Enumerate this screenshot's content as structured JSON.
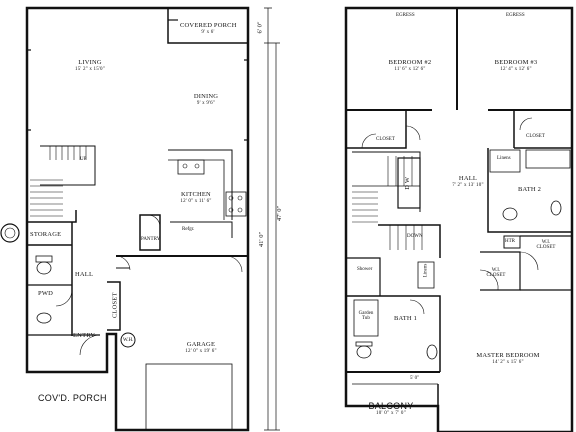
{
  "ground": {
    "covered_porch": {
      "name": "COVERED PORCH",
      "size": "9' x 6'"
    },
    "living": {
      "name": "LIVING",
      "size": "15' 2\" x 15'0\""
    },
    "dining": {
      "name": "DINING",
      "size": "9' x 9'6\""
    },
    "kitchen": {
      "name": "KITCHEN",
      "size": "12' 0\" x 11' 6\""
    },
    "refrig": "Refgr.",
    "pantry": "PANTRY",
    "storage": "STORAGE",
    "hall": "HALL",
    "pwd": "PWD",
    "closet": "CLOSET",
    "wh": "W.H.",
    "entry": "ENTRY",
    "garage": {
      "name": "GARAGE",
      "size": "12' 0\" x 19' 6\""
    },
    "covd_porch": "COV'D. PORCH",
    "stair_up": "UP"
  },
  "dims": {
    "top_porch": "6' 0\"",
    "overall": "47' 0\"",
    "main": "41' 0\""
  },
  "upper": {
    "egress_left": "EGRESS",
    "egress_right": "EGRESS",
    "bedroom2": {
      "name": "BEDROOM #2",
      "size": "11' 6\" x 12' 6\""
    },
    "bedroom3": {
      "name": "BEDROOM #3",
      "size": "12' 4\" x 12' 6\""
    },
    "closet_left": "CLOSET",
    "closet_right": "CLOSET",
    "linens_top": "Linens",
    "hall": {
      "name": "HALL",
      "size": "7' 2\" x 13' 10\""
    },
    "dw": "D W",
    "bath2": "BATH 2",
    "down": "DOWN",
    "htr": "HTR",
    "wi_closet_right": "W.I. CLOSET",
    "shower": "Shower",
    "linens_mid": "Linens",
    "wi_closet_mid": "W.I. CLOSET",
    "garden_tub": "Garden Tub",
    "bath1": "BATH 1",
    "master": {
      "name": "MASTER BEDROOM",
      "size": "14' 2\" x 15' 6\""
    },
    "balcony_dim": "5' 0\"",
    "balcony": {
      "name": "BALCONY",
      "size": "10' 0\" x 7' 0\""
    }
  }
}
